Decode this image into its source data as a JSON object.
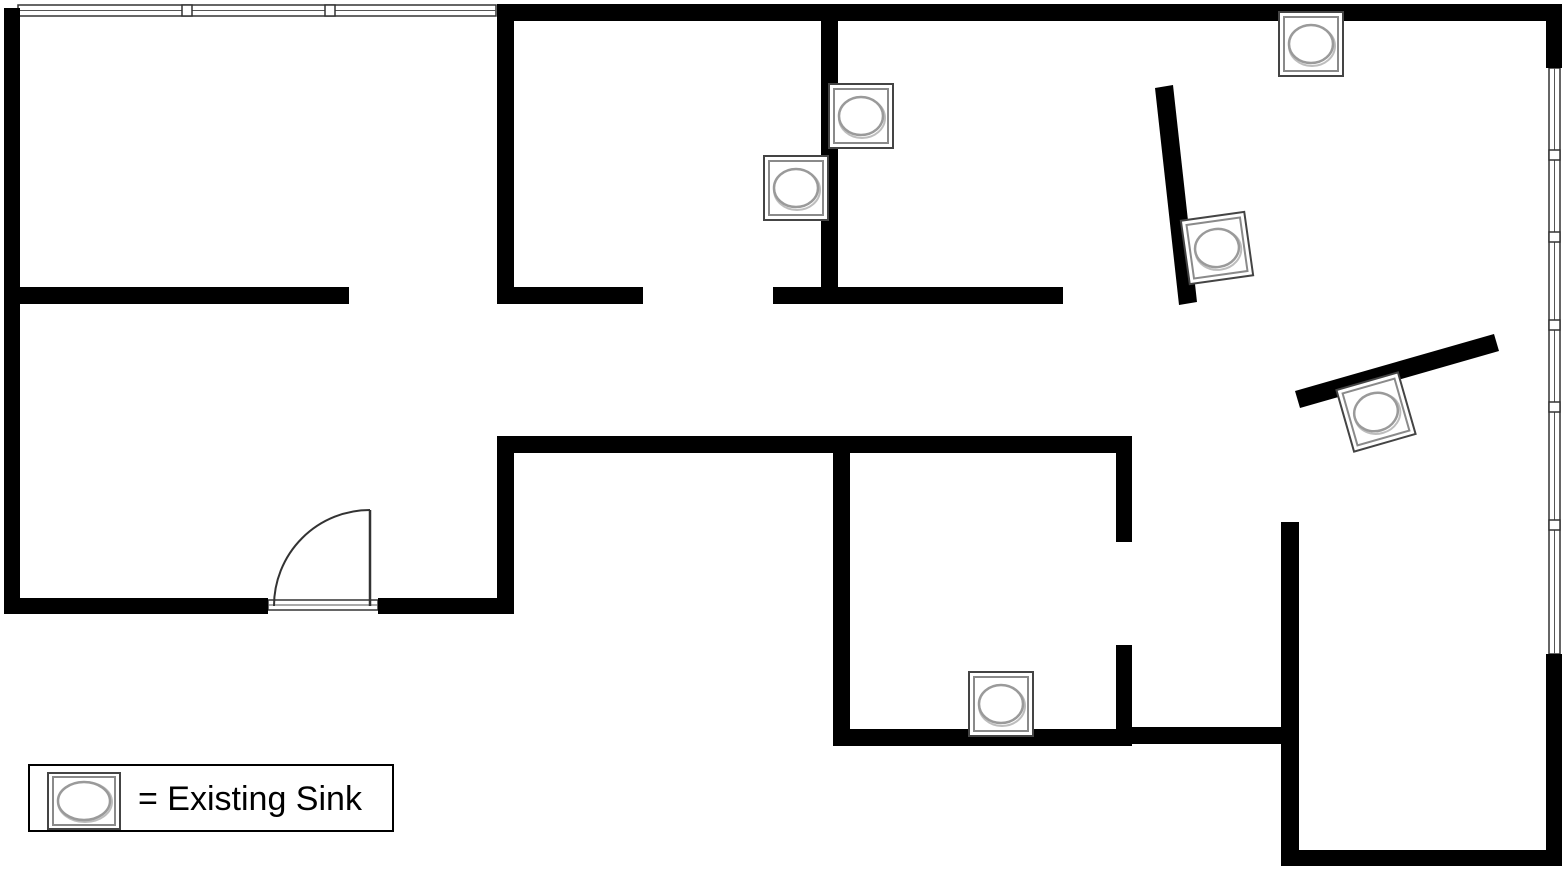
{
  "legend": {
    "label": "= Existing Sink",
    "icon": "sink-icon"
  },
  "colors": {
    "wall": "#000000",
    "background": "#ffffff",
    "sink_outline": "#444444",
    "sink_bowl": "#9a9a9a"
  },
  "symbols": {
    "sink_count": 7,
    "door_count": 1
  }
}
